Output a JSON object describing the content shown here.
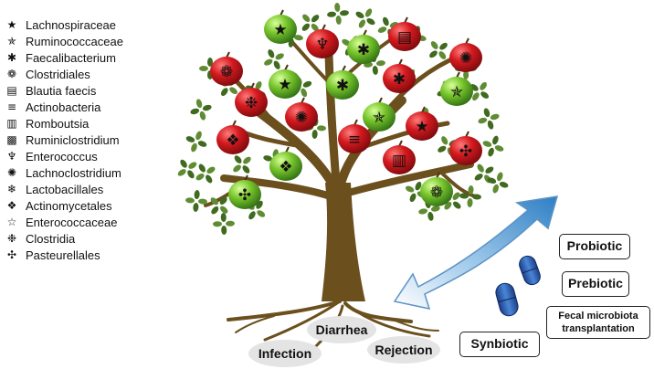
{
  "legend": [
    {
      "symbol": "★",
      "label": "Lachnospiraceae"
    },
    {
      "symbol": "✯",
      "label": "Ruminococcaceae"
    },
    {
      "symbol": "✱",
      "label": "Faecalibacterium"
    },
    {
      "symbol": "❁",
      "label": "Clostridiales"
    },
    {
      "symbol": "▤",
      "label": "Blautia faecis"
    },
    {
      "symbol": "≡",
      "label": "Actinobacteria"
    },
    {
      "symbol": "▥",
      "label": "Romboutsia"
    },
    {
      "symbol": "▩",
      "label": "Ruminiclostridium"
    },
    {
      "symbol": "♆",
      "label": "Enterococcus"
    },
    {
      "symbol": "✺",
      "label": "Lachnoclostridium"
    },
    {
      "symbol": "❄",
      "label": "Lactobacillales"
    },
    {
      "symbol": "❖",
      "label": "Actinomycetales"
    },
    {
      "symbol": "☆",
      "label": "Enterococcaceae"
    },
    {
      "symbol": "❉",
      "label": "Clostridia"
    },
    {
      "symbol": "✣",
      "label": "Pasteurellales"
    }
  ],
  "outcomes": {
    "diarrhea": "Diarrhea",
    "infection": "Infection",
    "rejection": "Rejection"
  },
  "interventions": {
    "probiotic": "Probiotic",
    "prebiotic": "Prebiotic",
    "fmt_line1": "Fecal microbiota",
    "fmt_line2": "transplantation",
    "synbiotic": "Synbiotic"
  },
  "colors": {
    "trunk": "#6b4f1d",
    "leaf": "#4f7a2a",
    "apple_red": "#c8141c",
    "apple_green": "#6fbf2a",
    "arrow": "#6aa6d6",
    "capsule": "#2a63b3"
  }
}
